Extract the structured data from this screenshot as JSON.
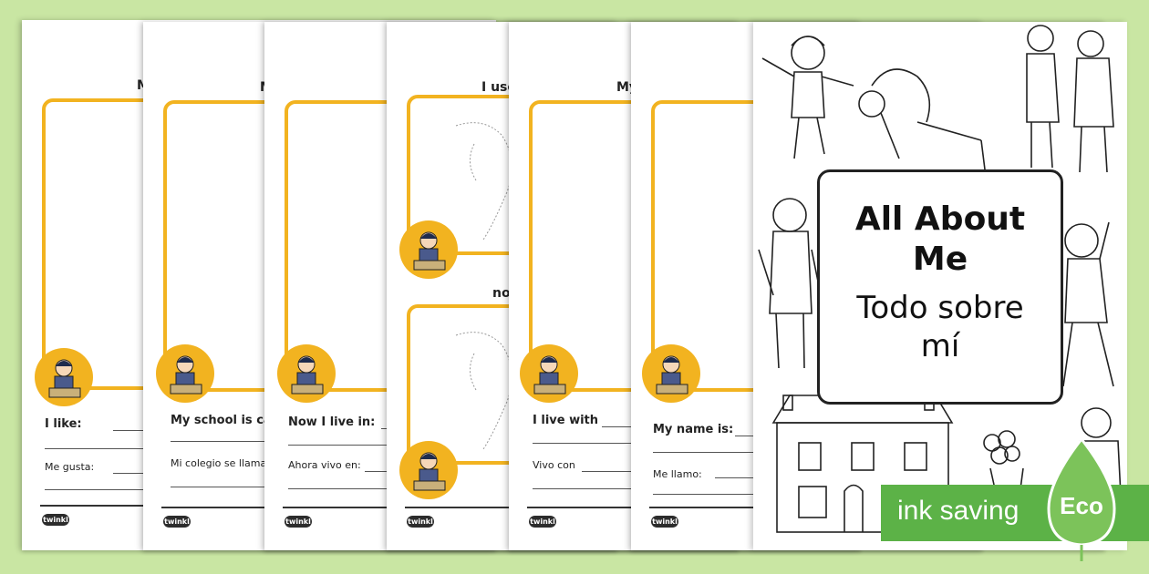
{
  "sheets": [
    {
      "title_fragment": "M",
      "label": "I like:",
      "sub_label": "Me gusta:"
    },
    {
      "title_fragment": "M",
      "label": "My school is ca",
      "sub_label": "Mi colegio se llama"
    },
    {
      "title_fragment": "",
      "label": "Now I live in:",
      "sub_label": "Ahora vivo en:"
    },
    {
      "title_fragment": "I use",
      "second_fragment": "now",
      "label": "",
      "sub_label": ""
    },
    {
      "title_fragment": "My",
      "label": "I live with",
      "sub_label": "Vivo con"
    },
    {
      "title_fragment": "",
      "label": "My name is:",
      "sub_label": "Me llamo:"
    }
  ],
  "footer_logo": "twinkl",
  "cover": {
    "title": "All About Me",
    "subtitle": "Todo sobre mí"
  },
  "eco": {
    "banner_text": "ink saving",
    "badge_text": "Eco",
    "colors": {
      "banner": "#5cb247",
      "leaf": "#7cc35a"
    }
  },
  "colors": {
    "frame": "#f2b320",
    "background": "#c9e6a3"
  }
}
